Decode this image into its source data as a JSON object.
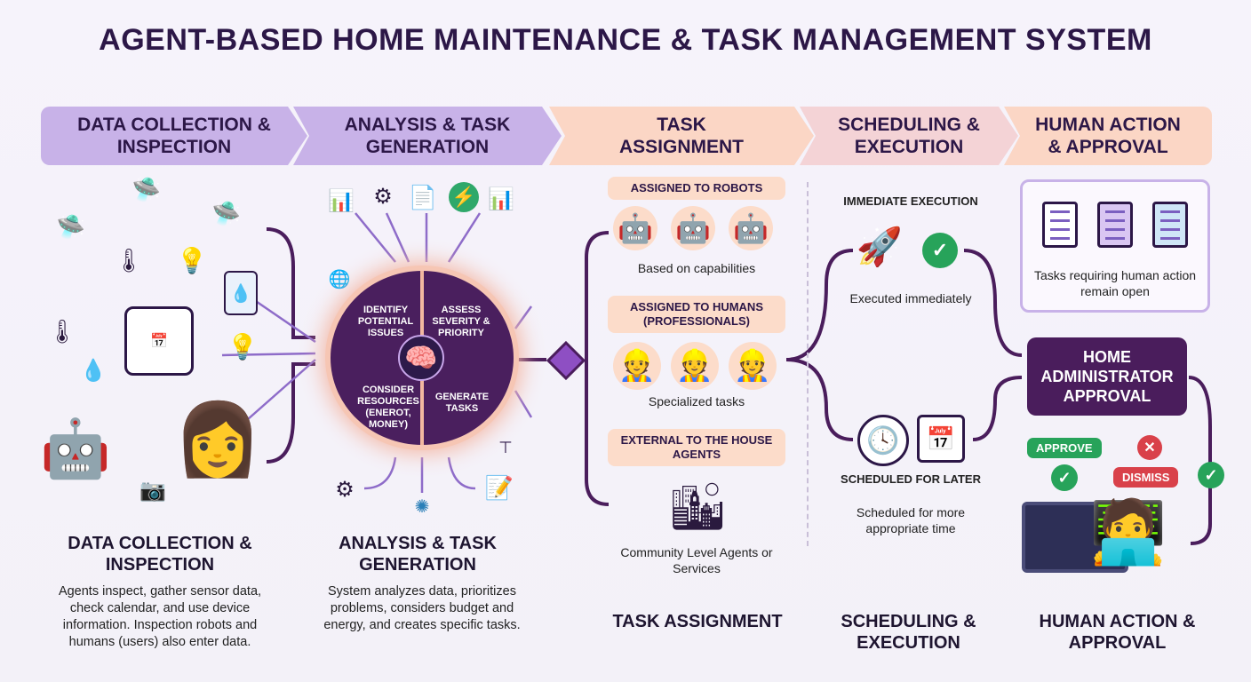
{
  "title": "AGENT-BASED HOME MAINTENANCE & TASK MANAGEMENT SYSTEM",
  "stages": [
    {
      "label": "DATA COLLECTION & INSPECTION"
    },
    {
      "label": "ANALYSIS & TASK GENERATION"
    },
    {
      "label": "TASK ASSIGNMENT"
    },
    {
      "label": "SCHEDULING & EXECUTION"
    },
    {
      "label": "HUMAN ACTION & APPROVAL"
    }
  ],
  "analysis": {
    "quadrants": [
      "IDENTIFY POTENTIAL ISSUES",
      "ASSESS SEVERITY & PRIORITY",
      "CONSIDER RESOURCES (ENEROT, MONEY)",
      "GENERATE TASKS"
    ]
  },
  "assignment": {
    "robots": {
      "label": "ASSIGNED TO ROBOTS",
      "caption": "Based on capabilities"
    },
    "humans": {
      "label": "ASSIGNED TO HUMANS (PROFESSIONALS)",
      "caption": "Specialized tasks"
    },
    "external": {
      "label": "EXTERNAL TO THE HOUSE AGENTS",
      "caption": "Community Level Agents or Services"
    }
  },
  "scheduling": {
    "immediate": {
      "label": "IMMEDIATE EXECUTION",
      "caption": "Executed immediately"
    },
    "later": {
      "label": "SCHEDULED FOR LATER",
      "caption": "Scheduled for more appropriate time"
    }
  },
  "human": {
    "open_note": "Tasks requiring human action remain open",
    "admin": "HOME ADMINISTRATOR APPROVAL",
    "approve": "APPROVE",
    "dismiss": "DISMISS"
  },
  "descriptions": [
    {
      "title": "DATA COLLECTION & INSPECTION",
      "text": "Agents inspect, gather sensor data, check calendar, and use device information. Inspection robots and humans (users) also enter data."
    },
    {
      "title": "ANALYSIS & TASK GENERATION",
      "text": "System analyzes data, prioritizes problems, considers budget and energy, and creates specific tasks."
    },
    {
      "title": "TASK ASSIGNMENT",
      "text": ""
    },
    {
      "title": "SCHEDULING & EXECUTION",
      "text": ""
    },
    {
      "title": "HUMAN ACTION & APPROVAL",
      "text": ""
    }
  ],
  "colors": {
    "purple": "#c8b2e8",
    "peach": "#fbd6c5",
    "dark": "#4a1d5c",
    "green": "#27a35a",
    "red": "#d9414a"
  }
}
